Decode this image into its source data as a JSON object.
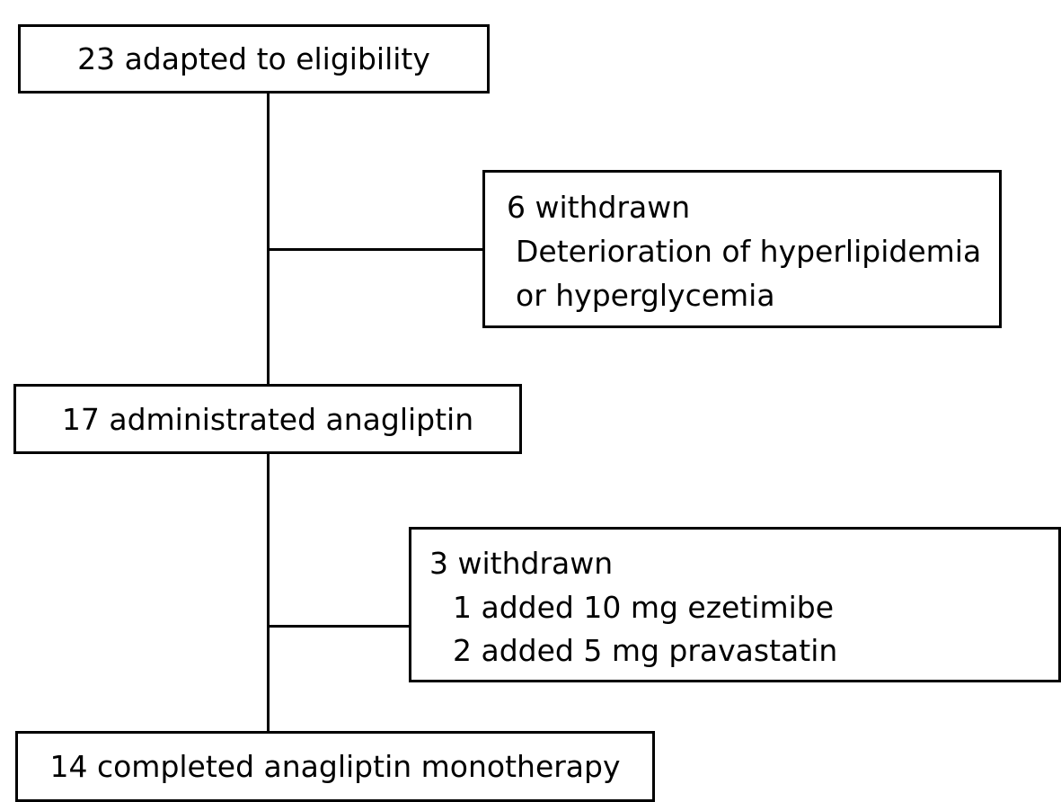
{
  "flow": {
    "eligible": {
      "text": "23 adapted to eligibility"
    },
    "withdrawal_1": {
      "title": "6 withdrawn",
      "detail_lines": [
        "Deterioration of hyperlipidemia",
        "or hyperglycemia"
      ]
    },
    "administered": {
      "text": "17 administrated anagliptin"
    },
    "withdrawal_2": {
      "title": "3 withdrawn",
      "detail_lines": [
        "1 added 10 mg ezetimibe",
        "2 added 5 mg pravastatin"
      ]
    },
    "completed": {
      "text": "14 completed anagliptin monotherapy"
    }
  }
}
